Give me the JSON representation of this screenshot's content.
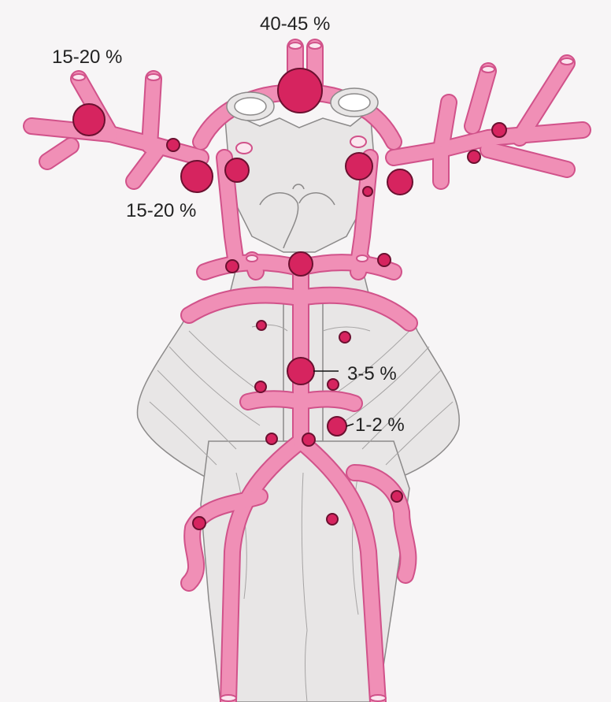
{
  "labels": {
    "acom": "40-45 %",
    "mca": "15-20 %",
    "pcom": "15-20 %",
    "basilar_tip": "3-5 %",
    "pica": "1-2 %"
  },
  "colors": {
    "vessel_fill": "#f08fb6",
    "vessel_stroke": "#d1528a",
    "aneurysm_fill": "#d6245f",
    "aneurysm_stroke": "#6b1030",
    "brain_fill": "#e8e6e6",
    "brain_stroke": "#8c8a8a",
    "background": "#f7f5f6"
  }
}
